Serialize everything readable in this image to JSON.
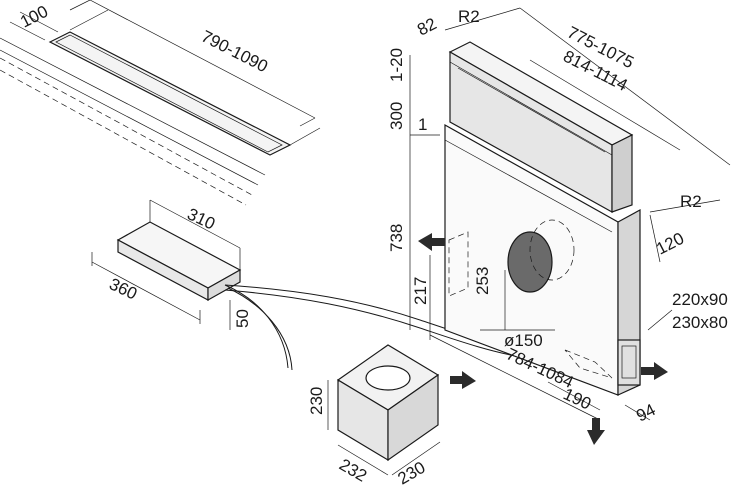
{
  "labels": {
    "cutout_depth": "100",
    "cutout_width": "790-1090",
    "box_length": "310",
    "box_width": "360",
    "box_height": "50",
    "unit_depth": "82",
    "radius_top": "R2",
    "unit_height_adj": "1-20",
    "unit_width_outer": "775-1075",
    "unit_width_inner": "814-1114",
    "lift_height": "300",
    "gap_one": "1",
    "body_height": "738",
    "radius_side": "R2",
    "side_depth": "120",
    "vent_height_a": "217",
    "vent_height_b": "253",
    "duct_diameter": "ø150",
    "base_width": "784-1084",
    "base_offset": "190",
    "outlet_a": "220x90",
    "outlet_b": "230x80",
    "base_depth": "94",
    "motor_height": "230",
    "motor_width": "232",
    "motor_depth": "230"
  },
  "colors": {
    "line": "#1a1a1a",
    "fill_light": "#f2f2f2",
    "fill_dark": "#5a5a5a",
    "arrow": "#2b2b2b"
  }
}
